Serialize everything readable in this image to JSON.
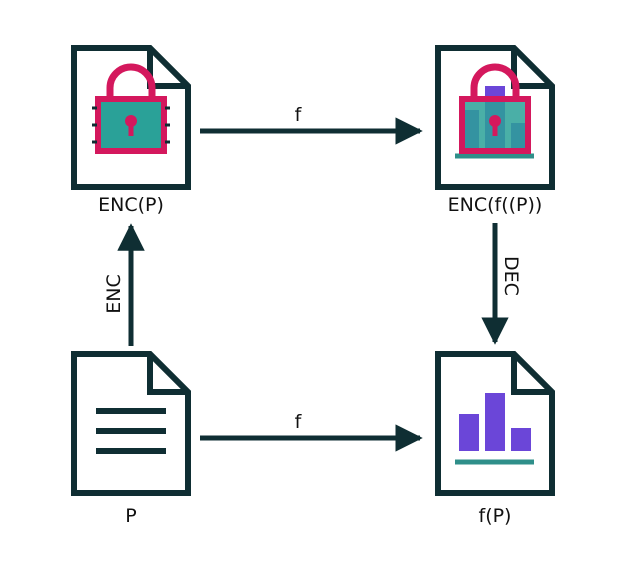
{
  "documents": {
    "enc_p": {
      "caption": "ENC(P)"
    },
    "enc_fp": {
      "caption": "ENC(f((P))"
    },
    "p": {
      "caption": "P"
    },
    "fp": {
      "caption": "f(P)"
    }
  },
  "arrows": {
    "top_f": {
      "label": "f"
    },
    "bottom_f": {
      "label": "f"
    },
    "enc": {
      "label": "ENC"
    },
    "dec": {
      "label": "DEC"
    }
  },
  "colors": {
    "outline": "#0f2e33",
    "lock": "#d4185d",
    "lock_body": "#2aa198",
    "bars": "#6b46d8",
    "baseline": "#2f8f8a",
    "text_lines": "#0f2e33"
  }
}
